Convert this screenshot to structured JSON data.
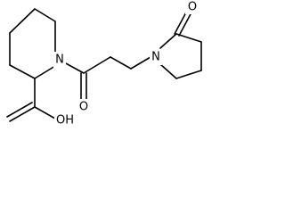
{
  "structure": {
    "atoms": {
      "ring_nitrogen": "N",
      "lactam_nitrogen": "N",
      "amide_oxygen": "O",
      "lactam_oxygen": "O",
      "acid_hydroxyl": "OH"
    }
  }
}
